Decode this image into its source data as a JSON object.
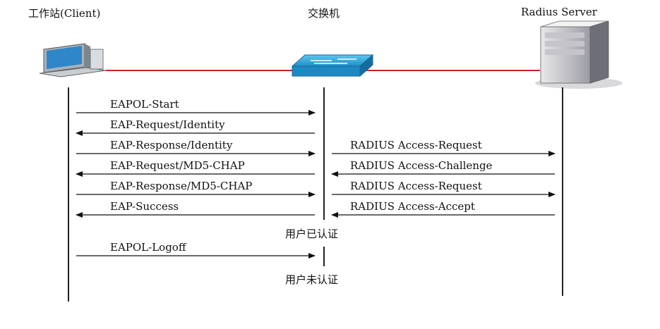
{
  "nodes": {
    "client": "工作站(Client)",
    "switch": "交换机",
    "server": "Radius Server"
  },
  "client_messages": [
    {
      "label": "EAPOL-Start",
      "dir": "right"
    },
    {
      "label": "EAP-Request/Identity",
      "dir": "left"
    },
    {
      "label": "EAP-Response/Identity",
      "dir": "right"
    },
    {
      "label": "EAP-Request/MD5-CHAP",
      "dir": "left"
    },
    {
      "label": "EAP-Response/MD5-CHAP",
      "dir": "right"
    },
    {
      "label": "EAP-Success",
      "dir": "left"
    },
    {
      "label": "EAPOL-Logoff",
      "dir": "right"
    }
  ],
  "server_messages": [
    {
      "label": "RADIUS Access-Request",
      "dir": "right"
    },
    {
      "label": "RADIUS Access-Challenge",
      "dir": "left"
    },
    {
      "label": "RADIUS Access-Request",
      "dir": "right"
    },
    {
      "label": "RADIUS Access-Accept",
      "dir": "left"
    }
  ],
  "notes": {
    "authenticated": "用户已认证",
    "unauthenticated": "用户未认证"
  },
  "colors": {
    "link": "#cc2222",
    "lifeline": "#222222",
    "switch_body": "#2aa0d8"
  },
  "icons": {
    "client": "computer-icon",
    "switch": "network-switch-icon",
    "server": "server-tower-icon"
  }
}
